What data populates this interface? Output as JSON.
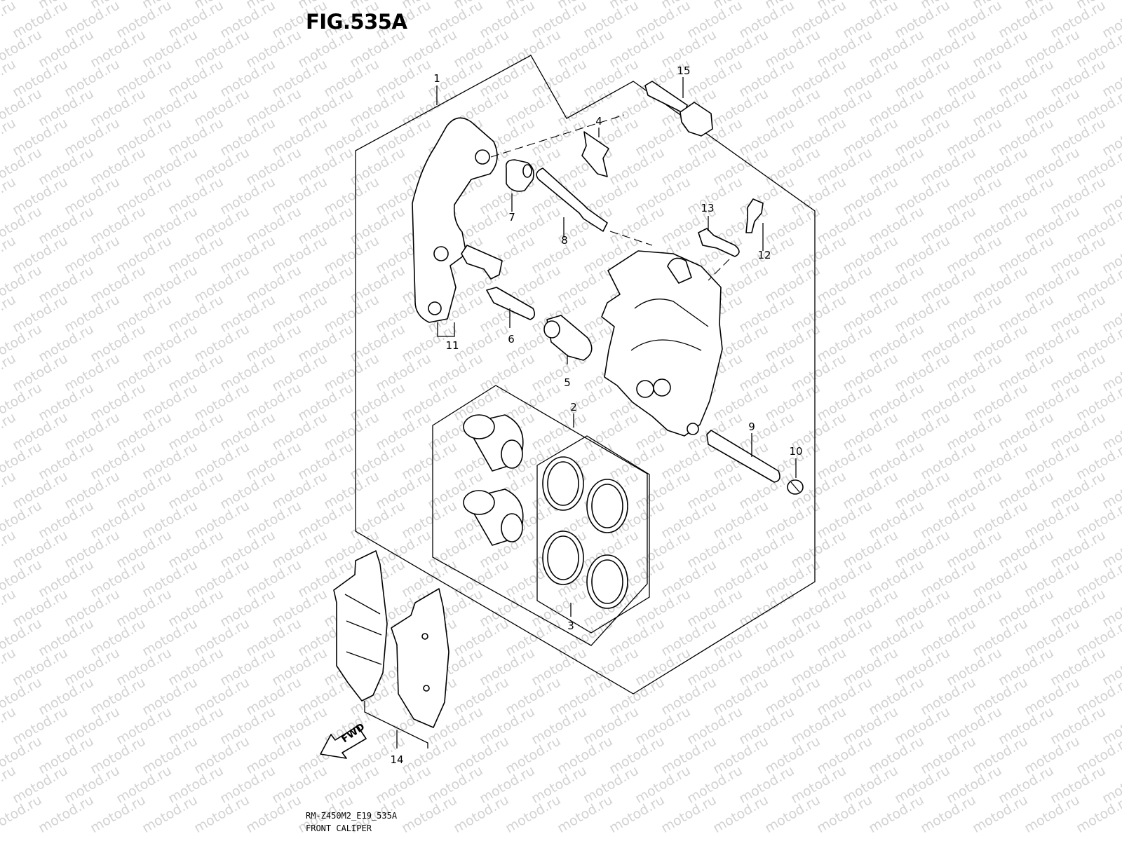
{
  "figure": {
    "title": "FIG.535A",
    "watermark_text": "motod.ru",
    "model_code": "RM-Z450M2_E19_535A",
    "section_name": "FRONT CALIPER",
    "fwd_label": "FWD"
  },
  "callouts": [
    "1",
    "2",
    "3",
    "4",
    "5",
    "6",
    "7",
    "8",
    "9",
    "10",
    "11",
    "12",
    "13",
    "14",
    "15"
  ],
  "colors": {
    "line": "#000000",
    "watermark": "#d2d2d2",
    "background": "#ffffff"
  }
}
